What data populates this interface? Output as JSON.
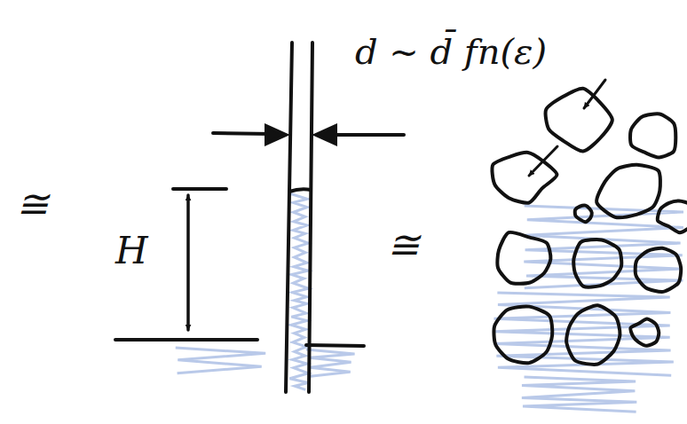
{
  "diagram": {
    "labels": [
      "d ~ d̄ fn(ε)",
      "H",
      "≅",
      "≅"
    ]
  }
}
